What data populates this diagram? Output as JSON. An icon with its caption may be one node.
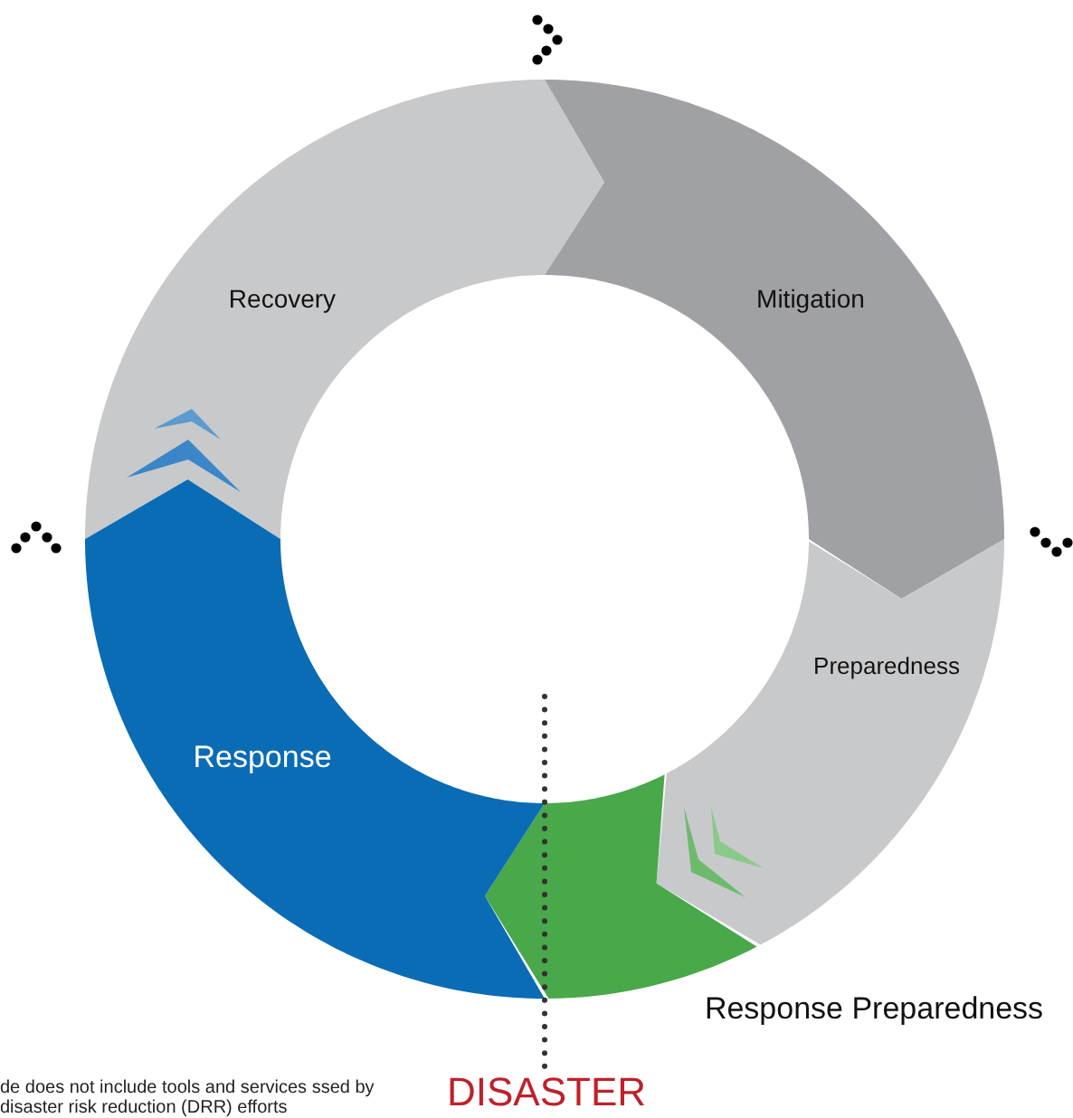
{
  "diagram": {
    "nodes": [
      {
        "text": [
          "Recovery"
        ]
      },
      {
        "text": [
          "Mitigation"
        ]
      },
      {
        "text": [
          "Preparedness"
        ]
      },
      {
        "text": [
          "Response Preparedness"
        ]
      },
      {
        "text": [
          "Response"
        ]
      }
    ],
    "labels": [
      "DISASTER",
      "de does not include tools and services ssed by disaster risk reduction (DRR) efforts"
    ]
  }
}
